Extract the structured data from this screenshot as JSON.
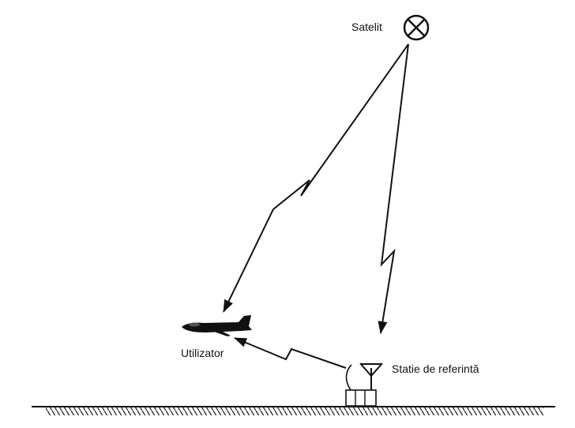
{
  "labels": {
    "satellite": "Satelit",
    "user": "Utilizator",
    "reference_station": "Statie de referintă"
  },
  "icons": {
    "satellite": "satellite-icon",
    "airplane": "airplane-icon",
    "antenna": "antenna-icon",
    "station_building": "station-building-icon"
  },
  "colors": {
    "ink": "#111111",
    "background": "#ffffff"
  }
}
